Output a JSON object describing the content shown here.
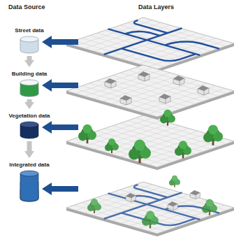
{
  "diagram": {
    "nodes": [
      {
        "text": [
          "Street data"
        ]
      },
      {
        "text": [
          "Building data"
        ]
      },
      {
        "text": [
          "Vegetation data"
        ]
      },
      {
        "text": [
          "Integrated data"
        ]
      }
    ],
    "edges": [
      {
        "from": 0,
        "to": 1,
        "arrow": "to"
      },
      {
        "from": 1,
        "to": 2,
        "arrow": "to"
      },
      {
        "from": 2,
        "to": 3,
        "arrow": "to"
      }
    ],
    "labels": [
      "Data Source",
      "Data Layers"
    ]
  }
}
